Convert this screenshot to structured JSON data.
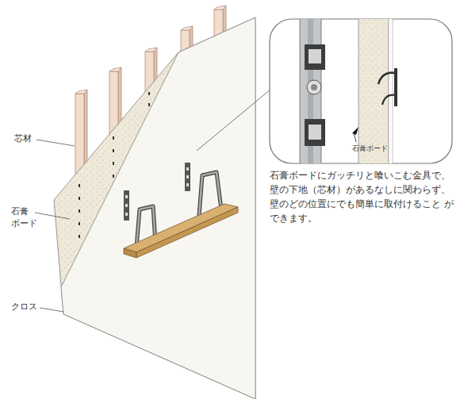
{
  "diagram": {
    "labels": [
      "芯材",
      "石膏 ボード",
      "クロス",
      "石膏ボード",
      "石膏ボードにガッチリと喰いこむ金具で、 壁の下地（芯材）があるなしに関わらず、 壁のどの位置にでも簡単に取付けること ができます。"
    ]
  }
}
